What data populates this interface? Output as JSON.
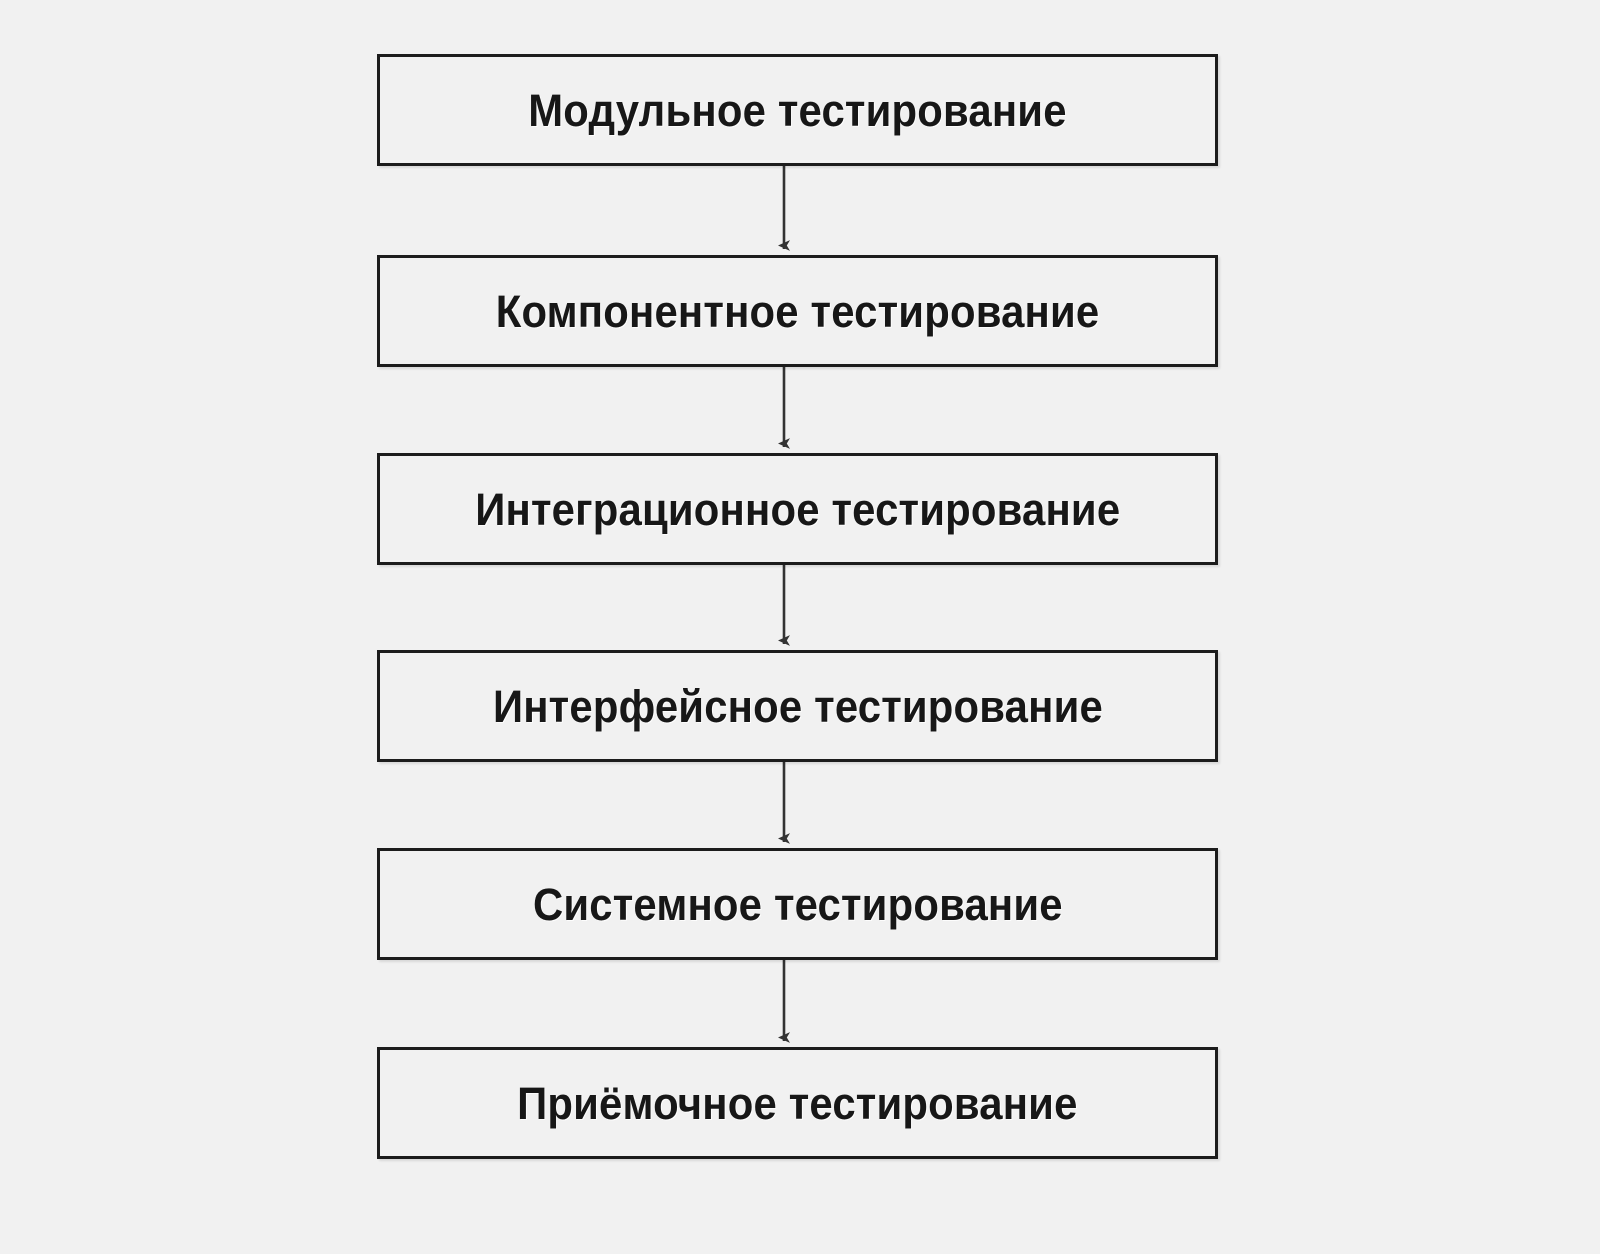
{
  "diagram": {
    "type": "flowchart-vertical",
    "title": "",
    "background_color": "#f1f1f1",
    "node_fill_color": "#f1f1f1",
    "node_border_color": "#1c1c1c",
    "text_color": "#171717",
    "connector_color": "#333333",
    "nodes": [
      {
        "id": "unit",
        "label": "Модульное тестирование"
      },
      {
        "id": "component",
        "label": "Компонентное тестирование"
      },
      {
        "id": "integration",
        "label": "Интеграционное тестирование"
      },
      {
        "id": "interface",
        "label": "Интерфейсное тестирование"
      },
      {
        "id": "system",
        "label": "Системное тестирование"
      },
      {
        "id": "acceptance",
        "label": "Приёмочное тестирование"
      }
    ],
    "connectors": [
      {
        "from": "unit",
        "to": "component",
        "arrow": "down"
      },
      {
        "from": "component",
        "to": "integration",
        "arrow": "down"
      },
      {
        "from": "integration",
        "to": "interface",
        "arrow": "down"
      },
      {
        "from": "interface",
        "to": "system",
        "arrow": "down"
      },
      {
        "from": "system",
        "to": "acceptance",
        "arrow": "down"
      }
    ]
  }
}
